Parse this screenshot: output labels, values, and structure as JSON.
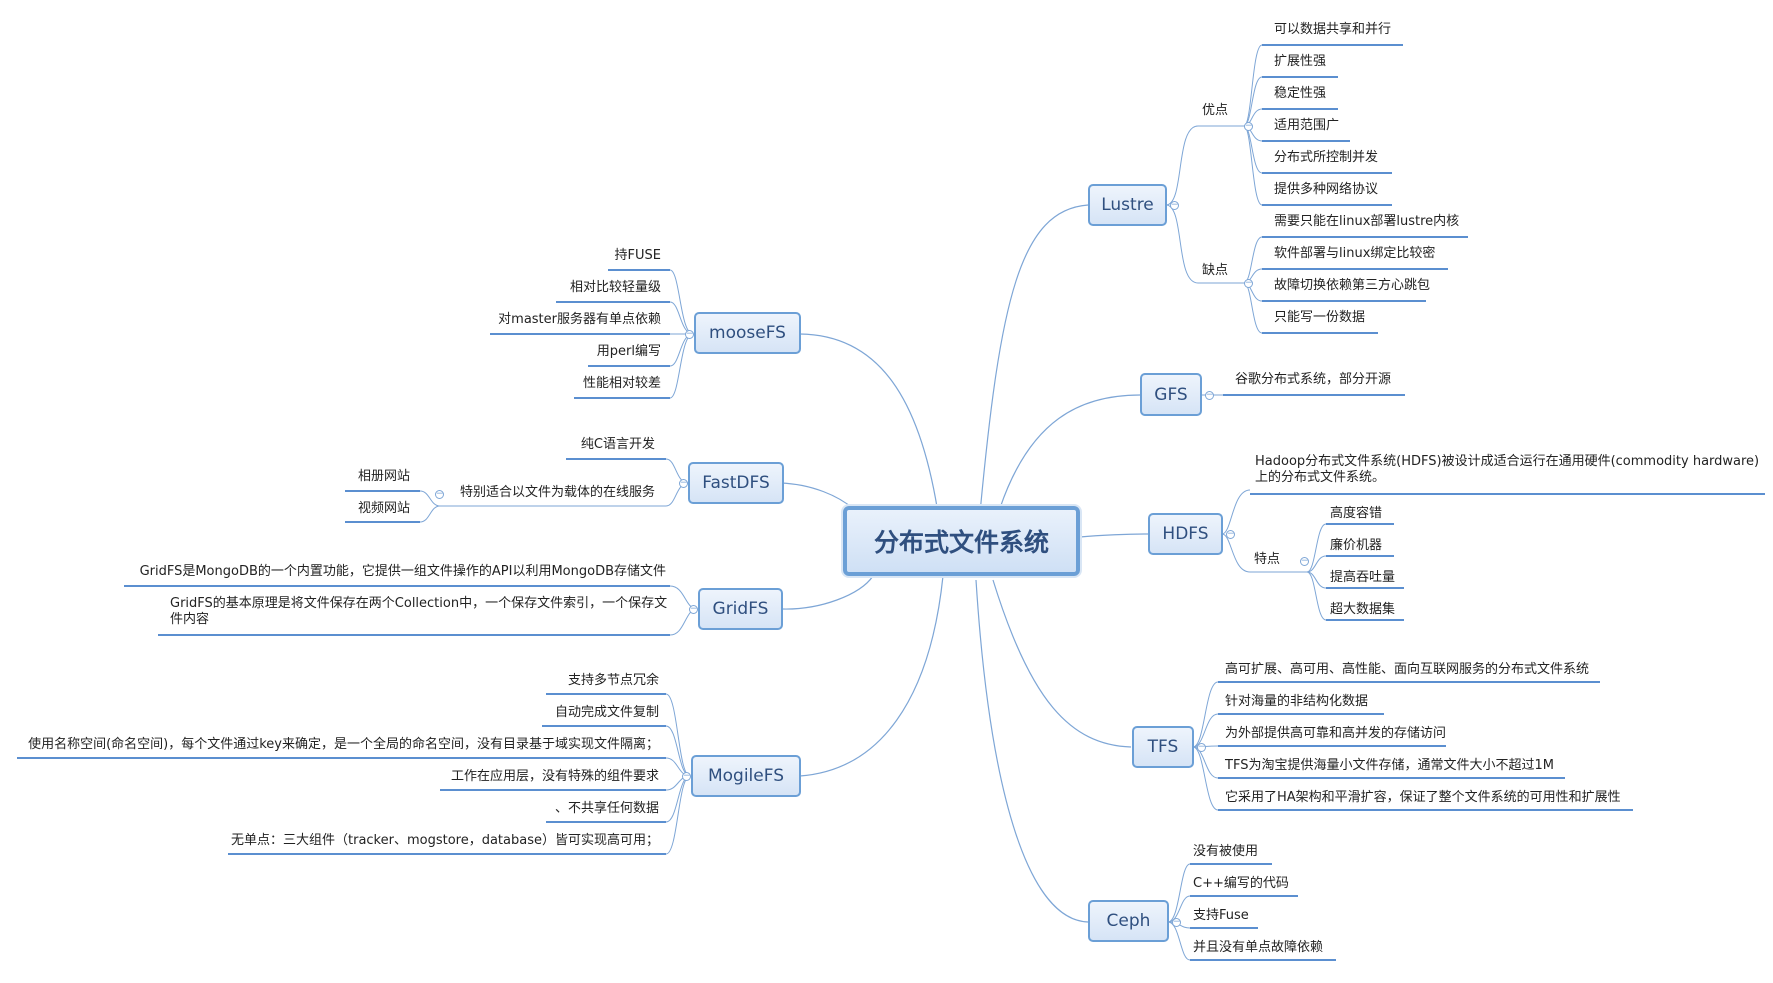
{
  "center": {
    "label": "分布式文件系统"
  },
  "lustre": {
    "label": "Lustre",
    "pros_label": "优点",
    "pros": [
      "可以数据共享和并行",
      "扩展性强",
      "稳定性强",
      "适用范围广",
      "分布式所控制并发",
      "提供多种网络协议"
    ],
    "cons_label": "缺点",
    "cons": [
      "需要只能在linux部署lustre内核",
      "软件部署与linux绑定比较密",
      "故障切换依赖第三方心跳包",
      "只能写一份数据"
    ]
  },
  "gfs": {
    "label": "GFS",
    "items": [
      "谷歌分布式系统，部分开源"
    ]
  },
  "hdfs": {
    "label": "HDFS",
    "desc": "Hadoop分布式文件系统(HDFS)被设计成适合运行在通用硬件(commodity hardware)上的分布式文件系统。",
    "features_label": "特点",
    "features": [
      "高度容错",
      "廉价机器",
      "提高吞吐量",
      "超大数据集"
    ]
  },
  "tfs": {
    "label": "TFS",
    "items": [
      "高可扩展、高可用、高性能、面向互联网服务的分布式文件系统",
      "针对海量的非结构化数据",
      "为外部提供高可靠和高并发的存储访问",
      "TFS为淘宝提供海量小文件存储，通常文件大小不超过1M",
      "它采用了HA架构和平滑扩容，保证了整个文件系统的可用性和扩展性"
    ]
  },
  "ceph": {
    "label": "Ceph",
    "items": [
      "没有被使用",
      "C++编写的代码",
      "支持Fuse",
      "并且没有单点故障依赖"
    ]
  },
  "moosefs": {
    "label": "mooseFS",
    "items": [
      "持FUSE",
      "相对比较轻量级",
      "对master服务器有单点依赖",
      "用perl编写",
      "性能相对较差"
    ]
  },
  "fastdfs": {
    "label": "FastDFS",
    "items": [
      "纯C语言开发",
      "特别适合以文件为载体的在线服务"
    ],
    "sub": [
      "相册网站",
      "视频网站"
    ]
  },
  "gridfs": {
    "label": "GridFS",
    "items": [
      "GridFS是MongoDB的一个内置功能，它提供一组文件操作的API以利用MongoDB存储文件",
      "GridFS的基本原理是将文件保存在两个Collection中，一个保存文件索引，一个保存文件内容"
    ]
  },
  "mogilefs": {
    "label": "MogileFS",
    "items": [
      "支持多节点冗余",
      "自动完成文件复制",
      "使用名称空间(命名空间)，每个文件通过key来确定，是一个全局的命名空间，没有目录基于域实现文件隔离；",
      "工作在应用层，没有特殊的组件要求",
      "、不共享任何数据",
      "无单点：三大组件（tracker、mogstore，database）皆可实现高可用；"
    ]
  },
  "colors": {
    "line": "#7ea6d6",
    "underline": "#5b8fd0",
    "node_border": "#6b9fd6",
    "node_text": "#2f4f7f"
  }
}
